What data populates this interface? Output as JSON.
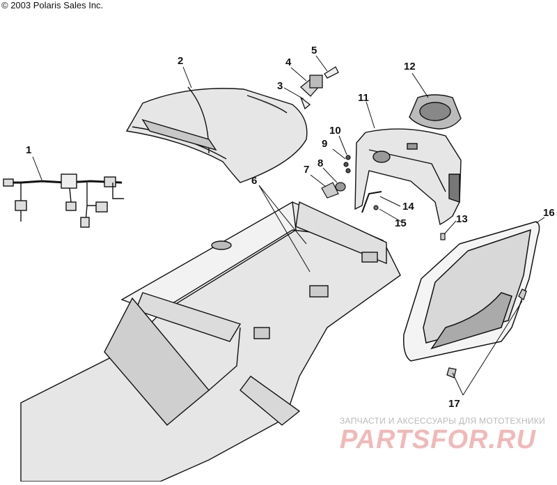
{
  "copyright": "© 2003 Polaris Sales Inc.",
  "callouts": [
    {
      "id": "1",
      "label": "1"
    },
    {
      "id": "2",
      "label": "2"
    },
    {
      "id": "3",
      "label": "3"
    },
    {
      "id": "4",
      "label": "4"
    },
    {
      "id": "5",
      "label": "5"
    },
    {
      "id": "6",
      "label": "6"
    },
    {
      "id": "7",
      "label": "7"
    },
    {
      "id": "8",
      "label": "8"
    },
    {
      "id": "9",
      "label": "9"
    },
    {
      "id": "10",
      "label": "10"
    },
    {
      "id": "11",
      "label": "11"
    },
    {
      "id": "12",
      "label": "12"
    },
    {
      "id": "13",
      "label": "13"
    },
    {
      "id": "14",
      "label": "14"
    },
    {
      "id": "15",
      "label": "15"
    },
    {
      "id": "16",
      "label": "16"
    },
    {
      "id": "17",
      "label": "17"
    }
  ],
  "watermark": {
    "tagline": "ЗАПЧАСТИ И АКСЕССУАРЫ ДЛЯ МОТОТЕХНИКИ",
    "logo": "PARTSFOR.RU"
  },
  "colors": {
    "line": "#111111",
    "panel_fill": "#e6e6e6",
    "panel_shade": "#c8c8c8",
    "watermark_text": "#b9b9b9",
    "watermark_logo": "#f2b8b8"
  }
}
